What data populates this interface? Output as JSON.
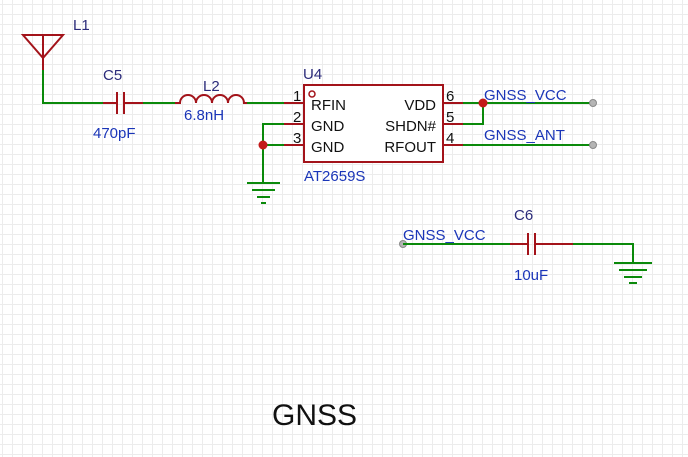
{
  "sheet_title": "GNSS",
  "antenna": {
    "designator": "L1"
  },
  "c5": {
    "designator": "C5",
    "value": "470pF"
  },
  "l2": {
    "designator": "L2",
    "value": "6.8nH"
  },
  "u4": {
    "designator": "U4",
    "part": "AT2659S",
    "pins": [
      {
        "number": "1",
        "name": "RFIN"
      },
      {
        "number": "2",
        "name": "GND"
      },
      {
        "number": "3",
        "name": "GND"
      },
      {
        "number": "6",
        "name": "VDD"
      },
      {
        "number": "5",
        "name": "SHDN#"
      },
      {
        "number": "4",
        "name": "RFOUT"
      }
    ]
  },
  "nets": {
    "vcc_top": "GNSS_VCC",
    "ant": "GNSS_ANT",
    "vcc_bottom": "GNSS_VCC"
  },
  "c6": {
    "designator": "C6",
    "value": "10uF"
  },
  "colors": {
    "wire": "#0b8a0b",
    "part": "#a3131a",
    "junction": "#c41a1a",
    "label": "#1a35b8",
    "grid": "#ececec"
  }
}
